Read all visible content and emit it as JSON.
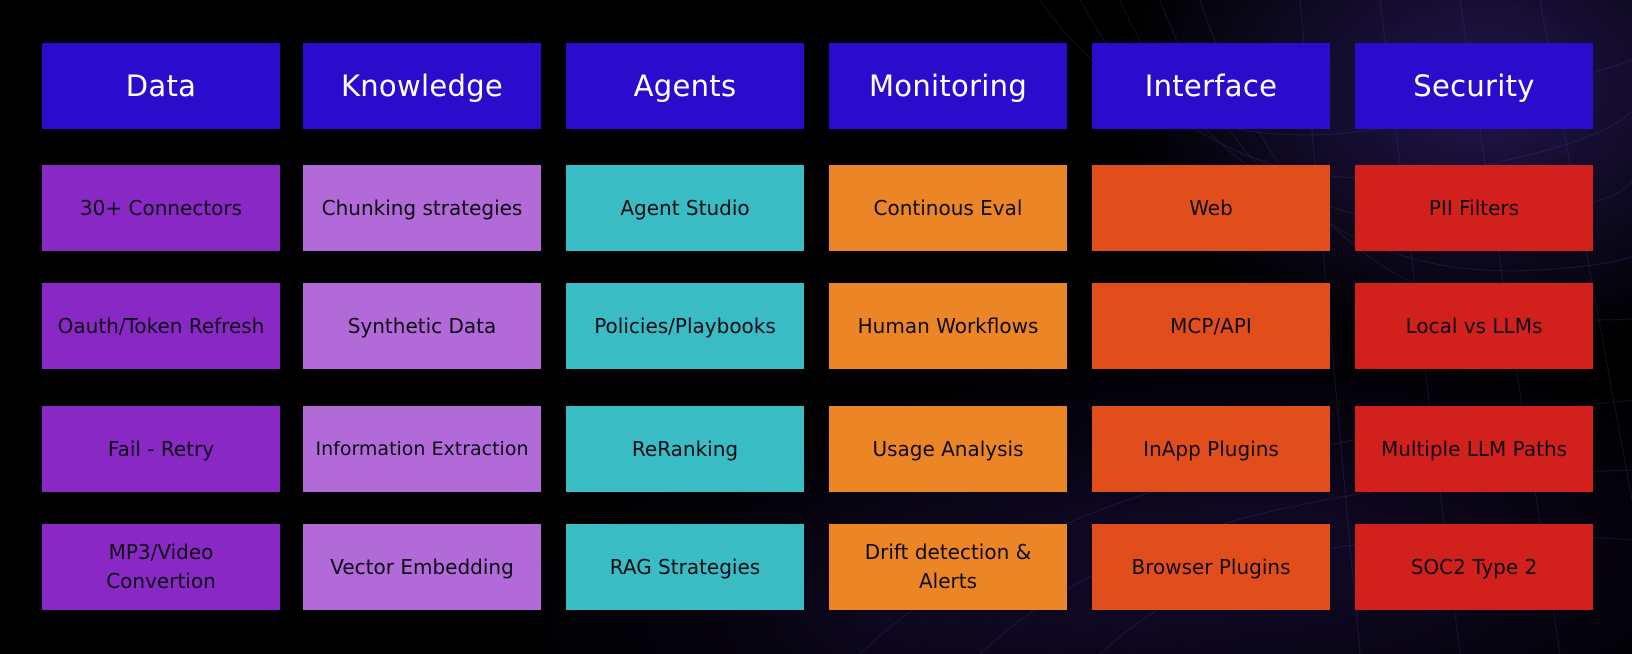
{
  "colors": {
    "header": "#2b0bcc",
    "data": "#8a28c6",
    "knowledge": "#b16ad8",
    "agents": "#39bcc4",
    "monitoring": "#eb8525",
    "interface": "#e14e1c",
    "security": "#d2211d"
  },
  "columns": [
    {
      "key": "data",
      "header": "Data",
      "items": [
        "30+ Connectors",
        "Oauth/Token Refresh",
        "Fail - Retry",
        "MP3/Video Convertion"
      ]
    },
    {
      "key": "knowledge",
      "header": "Knowledge",
      "items": [
        "Chunking strategies",
        "Synthetic Data",
        "Information Extraction",
        "Vector Embedding"
      ]
    },
    {
      "key": "agents",
      "header": "Agents",
      "items": [
        "Agent Studio",
        "Policies/Playbooks",
        "ReRanking",
        "RAG Strategies"
      ]
    },
    {
      "key": "monitoring",
      "header": "Monitoring",
      "items": [
        "Continous Eval",
        "Human Workflows",
        "Usage Analysis",
        "Drift detection & Alerts"
      ]
    },
    {
      "key": "interface",
      "header": "Interface",
      "items": [
        "Web",
        "MCP/API",
        "InApp Plugins",
        "Browser Plugins"
      ]
    },
    {
      "key": "security",
      "header": "Security",
      "items": [
        "PII Filters",
        "Local vs LLMs",
        "Multiple LLM Paths",
        "SOC2 Type 2"
      ]
    }
  ]
}
